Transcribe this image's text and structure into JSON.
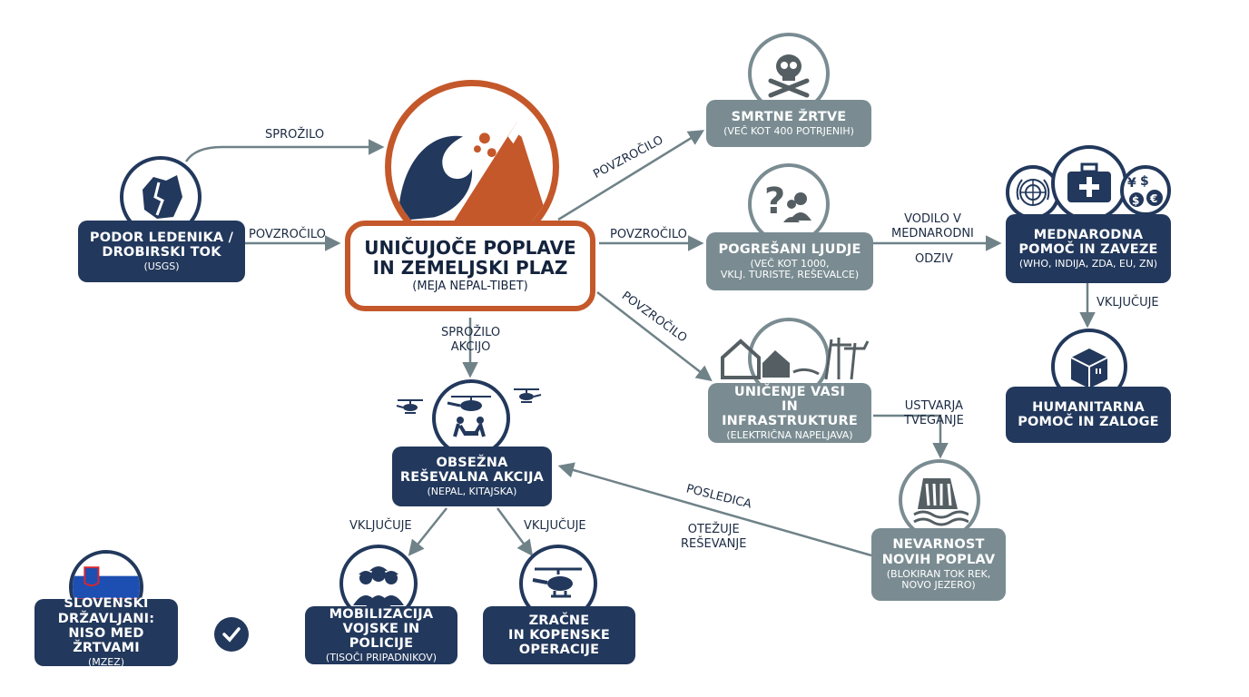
{
  "colors": {
    "navy": "#22385c",
    "grey": "#7a8c92",
    "orange": "#c4582a",
    "arrow": "#6f8288"
  },
  "main": {
    "title": "UNIČUJOČE POPLAVE\nIN ZEMELJSKI PLAZ",
    "sub": "(MEJA NEPAL-TIBET)"
  },
  "nodes": {
    "glacier": {
      "title": "PODOR LEDENIKA /\nDROBIRSKI TOK",
      "sub": "(USGS)"
    },
    "deaths": {
      "title": "SMRTNE ŽRTVE",
      "sub": "(VEČ KOT 400 POTRJENIH)"
    },
    "missing": {
      "title": "POGREŠANI LJUDJE",
      "sub": "(VEČ KOT 1000,\nVKLJ. TURISTE, REŠEVALCE)"
    },
    "villages": {
      "title": "UNIČENJE VASI\nIN INFRASTRUKTURE",
      "sub": "(ELEKTRIČNA NAPELJAVA)"
    },
    "aid": {
      "title": "MEDNARODNA\nPOMOČ IN ZAVEZE",
      "sub": "(WHO, INDIJA, ZDA, EU, ZN)"
    },
    "supplies": {
      "title": "HUMANITARNA\nPOMOČ IN ZALOGE",
      "sub": ""
    },
    "rescue": {
      "title": "OBSEŽNA\nREŠEVALNA AKCIJA",
      "sub": "(NEPAL, KITAJSKA)"
    },
    "newfloods": {
      "title": "NEVARNOST\nNOVIH POPLAV",
      "sub": "(BLOKIRAN TOK REK,\nNOVO JEZERO)"
    },
    "army": {
      "title": "MOBILIZACIJA\nVOJSKE IN POLICIJE",
      "sub": "(TISOČI PRIPADNIKOV)"
    },
    "airops": {
      "title": "ZRAČNE\nIN KOPENSKE\nOPERACIJE",
      "sub": ""
    },
    "slovenes": {
      "title": "SLOVENSKI\nDRŽAVLJANI:\nNISO MED ŽRTVAMI",
      "sub": "(MZEZ)"
    }
  },
  "edge_labels": {
    "sprozilo_top": "SPROŽILO",
    "povzrocilo_left": "POVZROČILO",
    "povzrocilo_up": "POVZROČILO",
    "povzrocilo_mid": "POVZROČILO",
    "povzrocilo_down": "POVZROČILO",
    "vodilo_top": "VODILO V\nMEDNARODNI",
    "vodilo_bottom": "ODZIV",
    "vkljucuje_right": "VKLJUČUJE",
    "ustvarja": "USTVARJA\nTVEGANJE",
    "sprozilo_akcijo": "SPROŽILO\nAKCIJO",
    "posledica": "POSLEDICA",
    "otezuje": "OTEŽUJE\nREŠEVANJE",
    "vkljucuje_left": "VKLJUČUJE",
    "vkljucuje_mid": "VKLJUČUJE"
  },
  "icons": [
    "wave-landslide-icon",
    "glacier-rock-icon",
    "skull-crossbones-icon",
    "question-people-icon",
    "un-emblem-icon",
    "medical-kit-icon",
    "currency-icon",
    "box-icon",
    "houses-powerlines-icon",
    "dam-icon",
    "helicopter-rescue-icon",
    "soldiers-icon",
    "helicopter-icon",
    "slovenia-flag-icon",
    "checkmark-icon"
  ]
}
